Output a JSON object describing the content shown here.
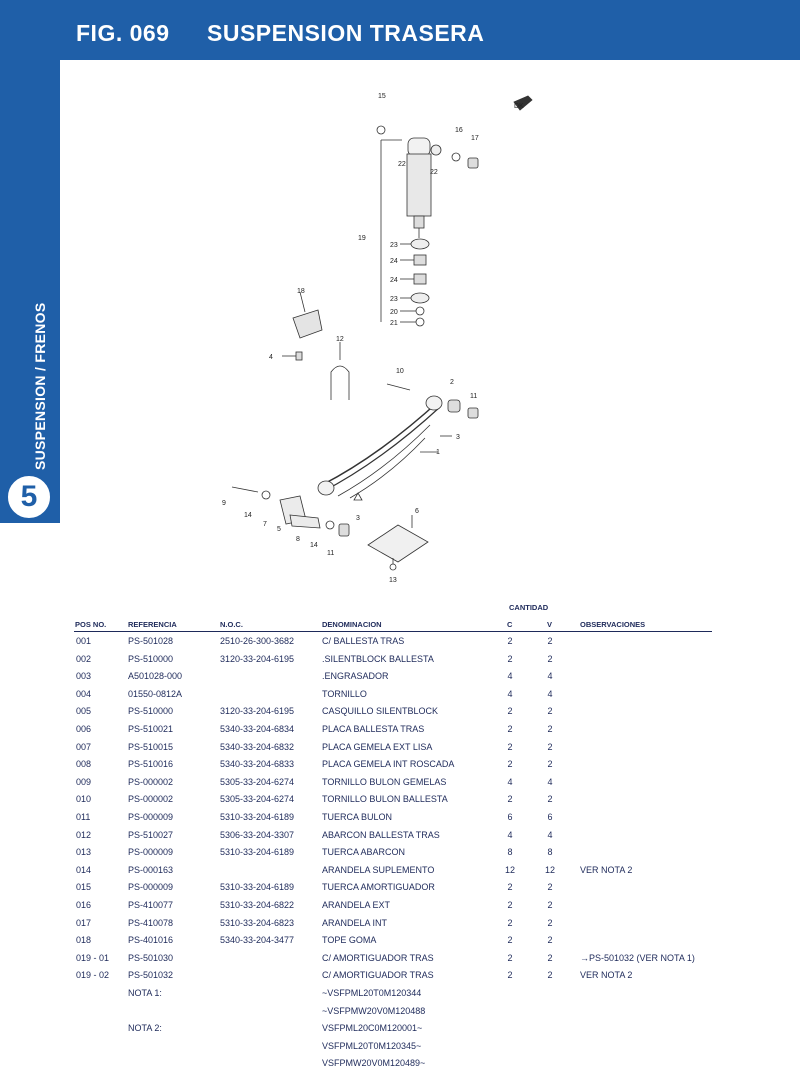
{
  "header": {
    "fig": "FIG. 069",
    "title": "SUSPENSION TRASERA"
  },
  "side": {
    "label": "SUSPENSION / FRENOS",
    "number": "5"
  },
  "diagram": {
    "callouts": [
      "1",
      "2",
      "3",
      "3",
      "4",
      "5",
      "6",
      "7",
      "8",
      "9",
      "10",
      "11",
      "11",
      "12",
      "13",
      "14",
      "14",
      "15",
      "16",
      "17",
      "18",
      "19",
      "20",
      "21",
      "22",
      "22",
      "23",
      "23",
      "24",
      "24"
    ],
    "marker": "DK"
  },
  "table": {
    "group_header": "CANTIDAD",
    "headers": {
      "pos": "POS NO.",
      "ref": "REFERENCIA",
      "noc": "N.O.C.",
      "den": "DENOMINACION",
      "c": "C",
      "v": "V",
      "obs": "OBSERVACIONES"
    },
    "rows": [
      {
        "pos": "001",
        "ref": "PS-501028",
        "noc": "2510-26-300-3682",
        "den": "C/ BALLESTA TRAS",
        "c": "2",
        "v": "2",
        "obs": ""
      },
      {
        "pos": "002",
        "ref": "PS-510000",
        "noc": "3120-33-204-6195",
        "den": ".SILENTBLOCK BALLESTA",
        "c": "2",
        "v": "2",
        "obs": ""
      },
      {
        "pos": "003",
        "ref": "A501028-000",
        "noc": "",
        "den": ".ENGRASADOR",
        "c": "4",
        "v": "4",
        "obs": ""
      },
      {
        "pos": "004",
        "ref": "01550-0812A",
        "noc": "",
        "den": "TORNILLO",
        "c": "4",
        "v": "4",
        "obs": ""
      },
      {
        "pos": "005",
        "ref": "PS-510000",
        "noc": "3120-33-204-6195",
        "den": "CASQUILLO SILENTBLOCK",
        "c": "2",
        "v": "2",
        "obs": ""
      },
      {
        "pos": "006",
        "ref": "PS-510021",
        "noc": "5340-33-204-6834",
        "den": "PLACA BALLESTA TRAS",
        "c": "2",
        "v": "2",
        "obs": ""
      },
      {
        "pos": "007",
        "ref": "PS-510015",
        "noc": "5340-33-204-6832",
        "den": "PLACA GEMELA EXT LISA",
        "c": "2",
        "v": "2",
        "obs": ""
      },
      {
        "pos": "008",
        "ref": "PS-510016",
        "noc": "5340-33-204-6833",
        "den": "PLACA GEMELA INT ROSCADA",
        "c": "2",
        "v": "2",
        "obs": ""
      },
      {
        "pos": "009",
        "ref": "PS-000002",
        "noc": "5305-33-204-6274",
        "den": "TORNILLO BULON GEMELAS",
        "c": "4",
        "v": "4",
        "obs": ""
      },
      {
        "pos": "010",
        "ref": "PS-000002",
        "noc": "5305-33-204-6274",
        "den": "TORNILLO BULON BALLESTA",
        "c": "2",
        "v": "2",
        "obs": ""
      },
      {
        "pos": "011",
        "ref": "PS-000009",
        "noc": "5310-33-204-6189",
        "den": "TUERCA BULON",
        "c": "6",
        "v": "6",
        "obs": ""
      },
      {
        "pos": "012",
        "ref": "PS-510027",
        "noc": "5306-33-204-3307",
        "den": "ABARCON BALLESTA TRAS",
        "c": "4",
        "v": "4",
        "obs": ""
      },
      {
        "pos": "013",
        "ref": "PS-000009",
        "noc": "5310-33-204-6189",
        "den": "TUERCA ABARCON",
        "c": "8",
        "v": "8",
        "obs": ""
      },
      {
        "pos": "014",
        "ref": "PS-000163",
        "noc": "",
        "den": "ARANDELA SUPLEMENTO",
        "c": "12",
        "v": "12",
        "obs": "VER NOTA 2"
      },
      {
        "pos": "015",
        "ref": "PS-000009",
        "noc": "5310-33-204-6189",
        "den": "TUERCA AMORTIGUADOR",
        "c": "2",
        "v": "2",
        "obs": ""
      },
      {
        "pos": "016",
        "ref": "PS-410077",
        "noc": "5310-33-204-6822",
        "den": "ARANDELA EXT",
        "c": "2",
        "v": "2",
        "obs": ""
      },
      {
        "pos": "017",
        "ref": "PS-410078",
        "noc": "5310-33-204-6823",
        "den": "ARANDELA INT",
        "c": "2",
        "v": "2",
        "obs": ""
      },
      {
        "pos": "018",
        "ref": "PS-401016",
        "noc": "5340-33-204-3477",
        "den": "TOPE GOMA",
        "c": "2",
        "v": "2",
        "obs": ""
      },
      {
        "pos": "019 -  01",
        "ref": "PS-501030",
        "noc": "",
        "den": "C/ AMORTIGUADOR TRAS",
        "c": "2",
        "v": "2",
        "obs": "→PS-501032 (VER NOTA 1)"
      },
      {
        "pos": "019 -  02",
        "ref": "PS-501032",
        "noc": "",
        "den": "C/ AMORTIGUADOR TRAS",
        "c": "2",
        "v": "2",
        "obs": "VER NOTA 2"
      }
    ],
    "notes": [
      {
        "label": "NOTA 1:",
        "lines": [
          "~VSFPML20T0M120344",
          "~VSFPMW20V0M120488"
        ]
      },
      {
        "label": "NOTA 2:",
        "lines": [
          "VSFPML20C0M120001~",
          "VSFPML20T0M120345~",
          "VSFPMW20V0M120489~"
        ]
      }
    ]
  }
}
